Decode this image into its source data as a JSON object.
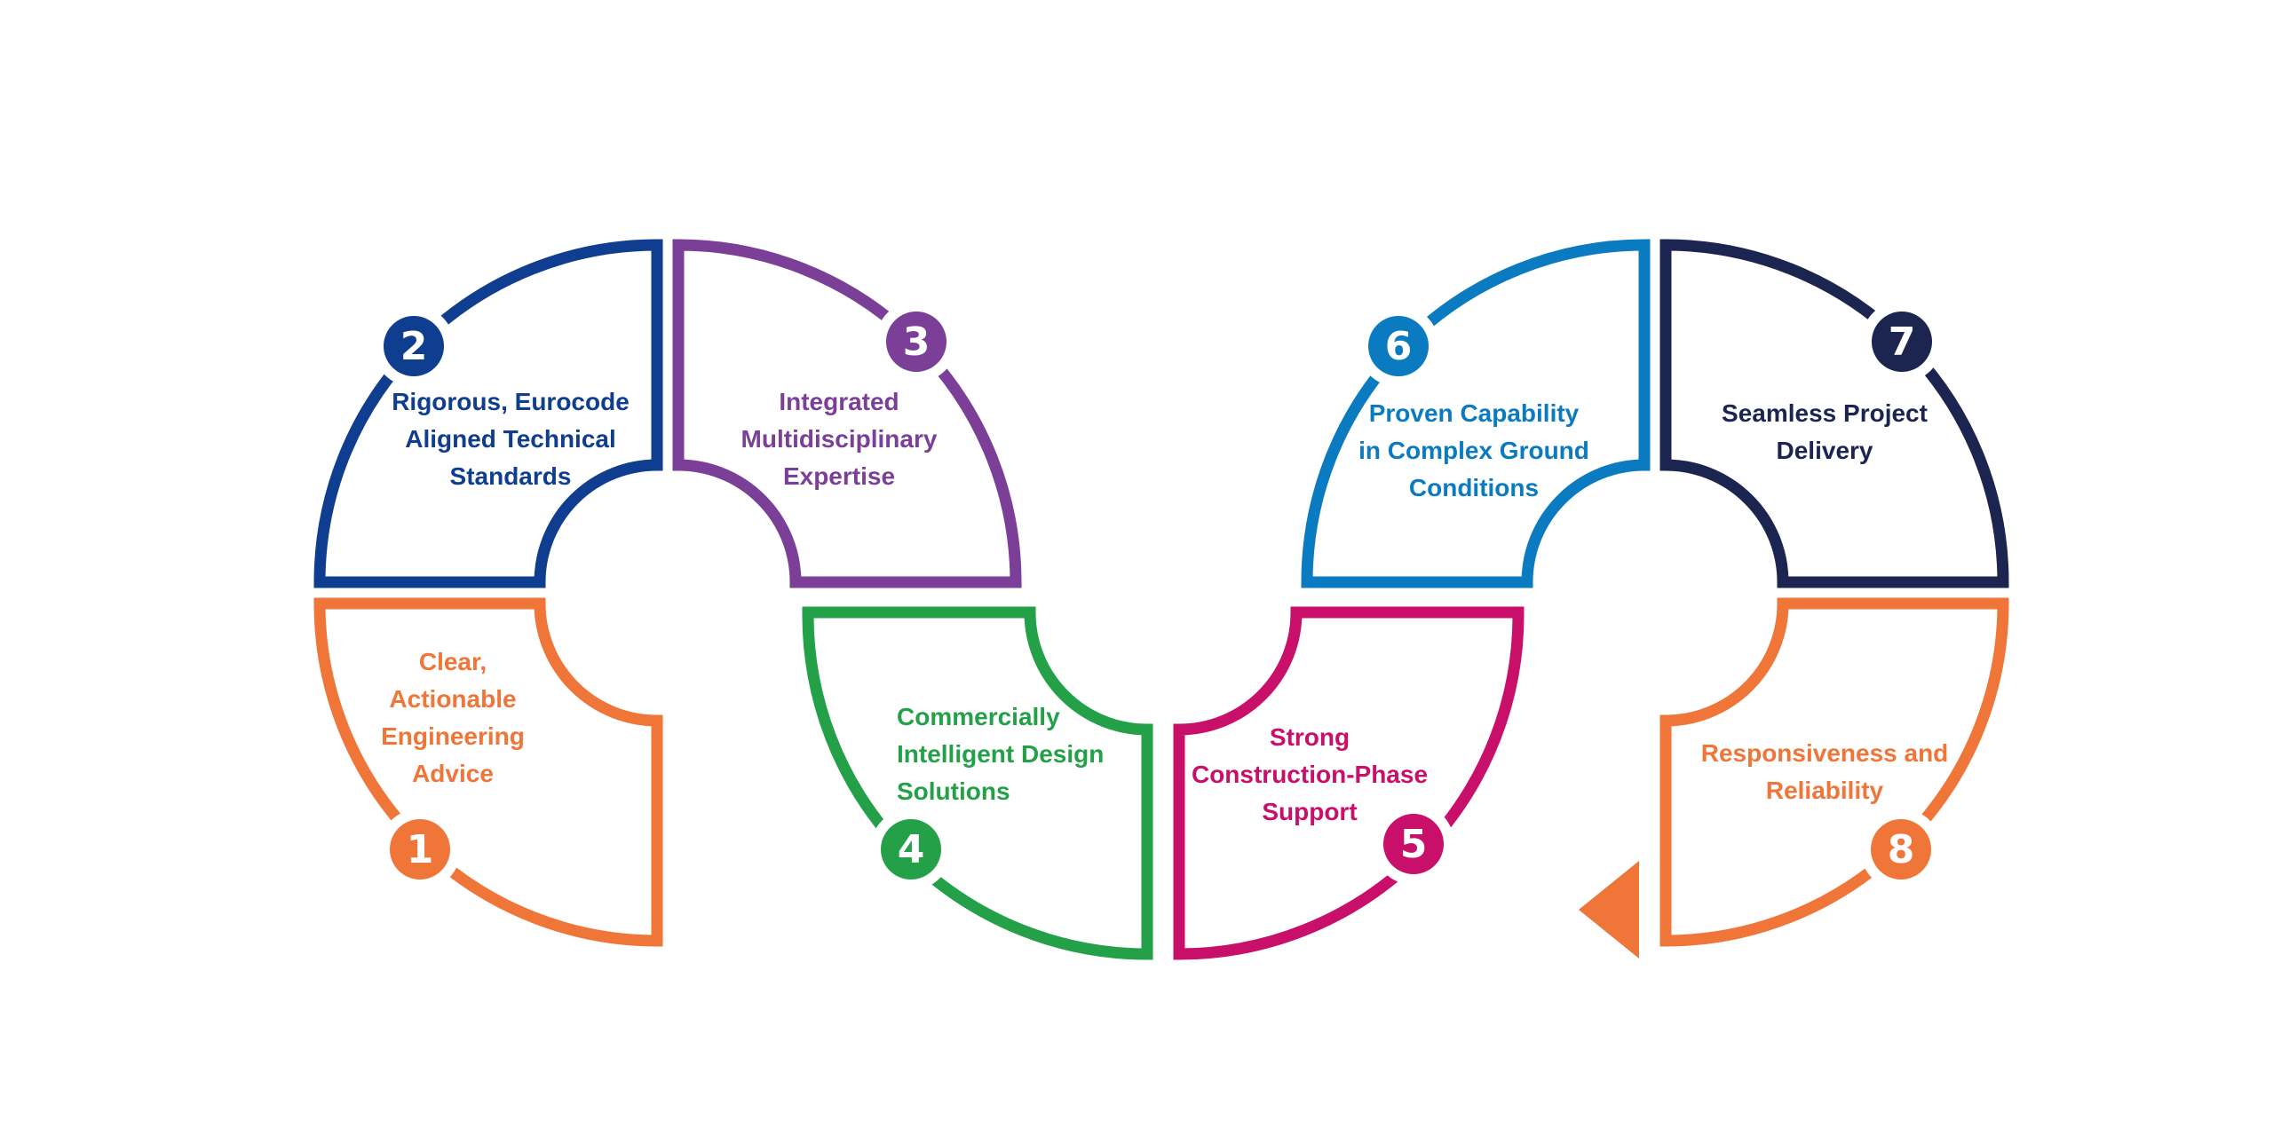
{
  "colors": {
    "orange": "#F07538",
    "navy_blue": "#0F3D8F",
    "purple": "#7B3F98",
    "green": "#24A148",
    "magenta": "#C8106B",
    "sky_blue": "#0B7BC1",
    "dark_navy": "#1B2550"
  },
  "steps": [
    {
      "number": "1",
      "label": "Clear,\nActionable\nEngineering\nAdvice",
      "color": "#F07538"
    },
    {
      "number": "2",
      "label": "Rigorous, Eurocode\nAligned Technical\nStandards",
      "color": "#0F3D8F"
    },
    {
      "number": "3",
      "label": "Integrated\nMultidisciplinary\nExpertise",
      "color": "#7B3F98"
    },
    {
      "number": "4",
      "label": "Commercially\nIntelligent Design\nSolutions",
      "color": "#24A148"
    },
    {
      "number": "5",
      "label": "Strong\nConstruction-Phase\nSupport",
      "color": "#C8106B"
    },
    {
      "number": "6",
      "label": "Proven Capability\nin Complex Ground\nConditions",
      "color": "#0B7BC1"
    },
    {
      "number": "7",
      "label": "Seamless Project\nDelivery",
      "color": "#1B2550"
    },
    {
      "number": "8",
      "label": "Responsiveness and\nReliability",
      "color": "#F07538"
    }
  ],
  "arrow": {
    "icon": "left-triangle-arrow-icon",
    "color": "#F07538"
  }
}
